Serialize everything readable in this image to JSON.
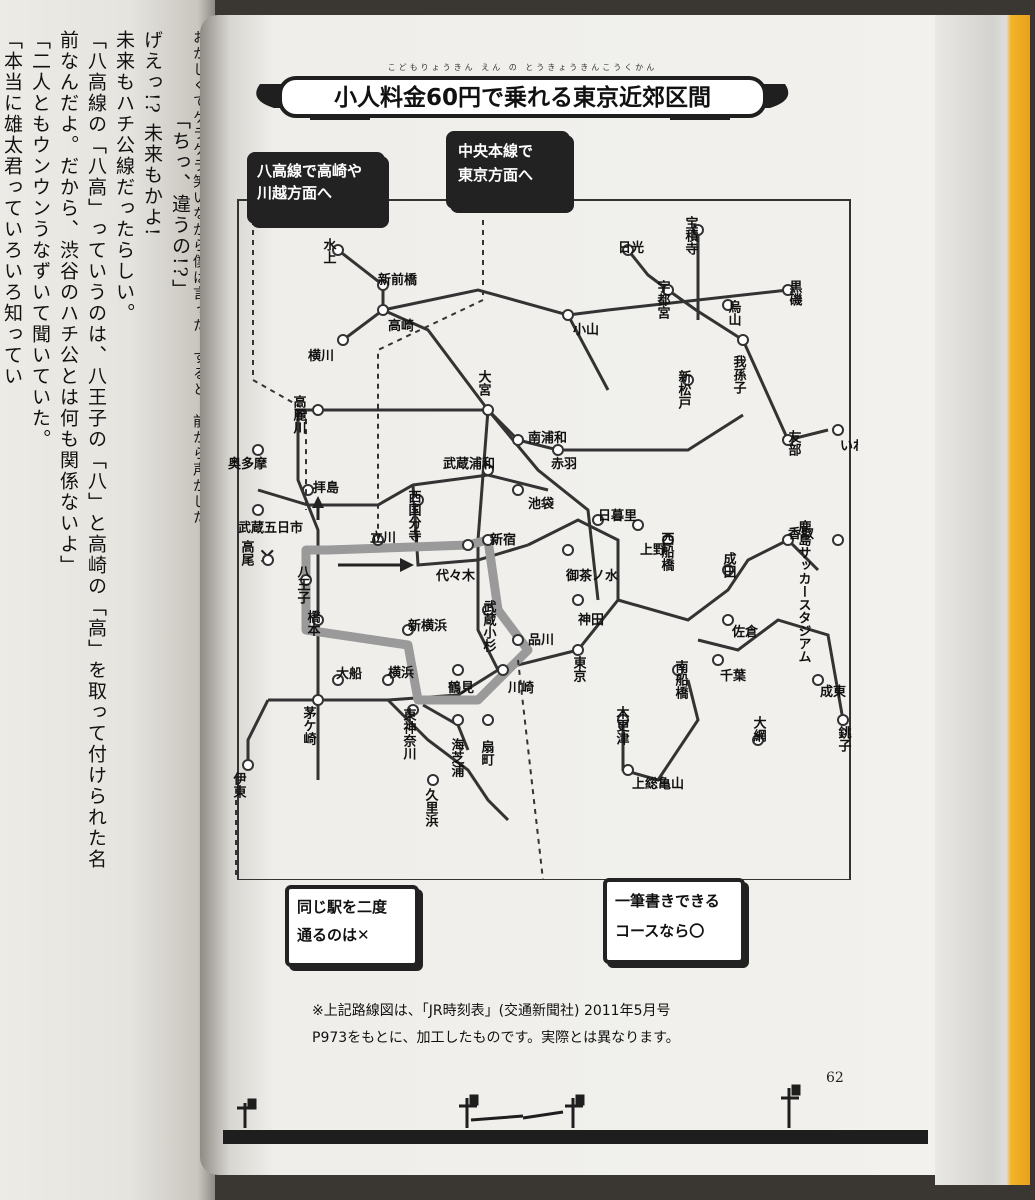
{
  "left_page": {
    "columns": [
      "「本当に雄太君っていろいろ知ってい",
      "「二人ともウンウンうなずいて聞いていた。",
      "前なんだよ。だから、渋谷のハチ公とは何も関係ないよ」",
      "「八高線の「八高」っていうのは、八王子の「八」と高崎の「高」を取って付けられた名",
      "未来もハチ公線だったらしい。",
      "げえっ!? 未来もかよ!",
      "「ちっ、違うの!?」",
      "おかしくてケラケラ笑いながら僕は言った。すると、前から声がした。"
    ]
  },
  "title": {
    "text": "小人料金60円で乗れる東京近郊区間",
    "ruby": "こどもりょうきん えん の とうきょうきんこうくかん"
  },
  "callouts": {
    "hachiko": [
      "八高線で高崎や",
      "川越方面へ"
    ],
    "chuo": [
      "中央本線で",
      "東京方面へ"
    ],
    "same_station": [
      "同じ駅を二度",
      "通るのは✕"
    ],
    "one_stroke": [
      "一筆書きできる",
      "コースなら〇"
    ]
  },
  "stations": [
    {
      "name": "水上",
      "vertical": true
    },
    {
      "name": "新前橋",
      "vertical": false
    },
    {
      "name": "高崎",
      "vertical": false
    },
    {
      "name": "横川",
      "vertical": false
    },
    {
      "name": "日光",
      "vertical": false
    },
    {
      "name": "宝積寺",
      "vertical": true
    },
    {
      "name": "宇都宮",
      "vertical": true
    },
    {
      "name": "烏山",
      "vertical": true
    },
    {
      "name": "黒磯",
      "vertical": true
    },
    {
      "name": "小山",
      "vertical": false
    },
    {
      "name": "大宮",
      "vertical": true
    },
    {
      "name": "高麗川",
      "vertical": true
    },
    {
      "name": "南浦和",
      "vertical": false
    },
    {
      "name": "我孫子",
      "vertical": true
    },
    {
      "name": "新松戸",
      "vertical": true
    },
    {
      "name": "友部",
      "vertical": true
    },
    {
      "name": "いわき",
      "vertical": false
    },
    {
      "name": "奥多摩",
      "vertical": false
    },
    {
      "name": "武蔵浦和",
      "vertical": false
    },
    {
      "name": "赤羽",
      "vertical": false
    },
    {
      "name": "拝島",
      "vertical": false
    },
    {
      "name": "武蔵五日市",
      "vertical": false
    },
    {
      "name": "池袋",
      "vertical": false
    },
    {
      "name": "西国分寺",
      "vertical": true
    },
    {
      "name": "日暮里",
      "vertical": false
    },
    {
      "name": "西船橋",
      "vertical": true
    },
    {
      "name": "立川",
      "vertical": false
    },
    {
      "name": "新宿",
      "vertical": false
    },
    {
      "name": "上野",
      "vertical": false
    },
    {
      "name": "成田",
      "vertical": true
    },
    {
      "name": "香取",
      "vertical": false
    },
    {
      "name": "鹿島サッカースタジアム",
      "vertical": true
    },
    {
      "name": "八王子",
      "vertical": true
    },
    {
      "name": "代々木",
      "vertical": false
    },
    {
      "name": "御茶ノ水",
      "vertical": false
    },
    {
      "name": "高尾",
      "vertical": true
    },
    {
      "name": "橋本",
      "vertical": true
    },
    {
      "name": "新横浜",
      "vertical": false
    },
    {
      "name": "武蔵小杉",
      "vertical": true
    },
    {
      "name": "神田",
      "vertical": false
    },
    {
      "name": "佐倉",
      "vertical": false
    },
    {
      "name": "品川",
      "vertical": false
    },
    {
      "name": "千葉",
      "vertical": false
    },
    {
      "name": "東京",
      "vertical": true
    },
    {
      "name": "大船",
      "vertical": false
    },
    {
      "name": "横浜",
      "vertical": false
    },
    {
      "name": "鶴見",
      "vertical": false
    },
    {
      "name": "川崎",
      "vertical": false
    },
    {
      "name": "南船橋",
      "vertical": true
    },
    {
      "name": "成東",
      "vertical": false
    },
    {
      "name": "茅ケ崎",
      "vertical": true
    },
    {
      "name": "東神奈川",
      "vertical": true
    },
    {
      "name": "海芝浦",
      "vertical": true
    },
    {
      "name": "扇町",
      "vertical": true
    },
    {
      "name": "木更津",
      "vertical": true
    },
    {
      "name": "大網",
      "vertical": true
    },
    {
      "name": "伊東",
      "vertical": true
    },
    {
      "name": "久里浜",
      "vertical": true
    },
    {
      "name": "上総亀山",
      "vertical": false
    },
    {
      "name": "銚子",
      "vertical": true
    }
  ],
  "note": {
    "line1": "※上記路線図は、「JR時刻表」(交通新聞社) 2011年5月号",
    "line2": "P973をもとに、加工したものです。実際とは異なります。"
  },
  "page_number": "62",
  "colors": {
    "route_highlight": "#9a9a9a",
    "line": "#333333",
    "callout_dark": "#222222"
  }
}
